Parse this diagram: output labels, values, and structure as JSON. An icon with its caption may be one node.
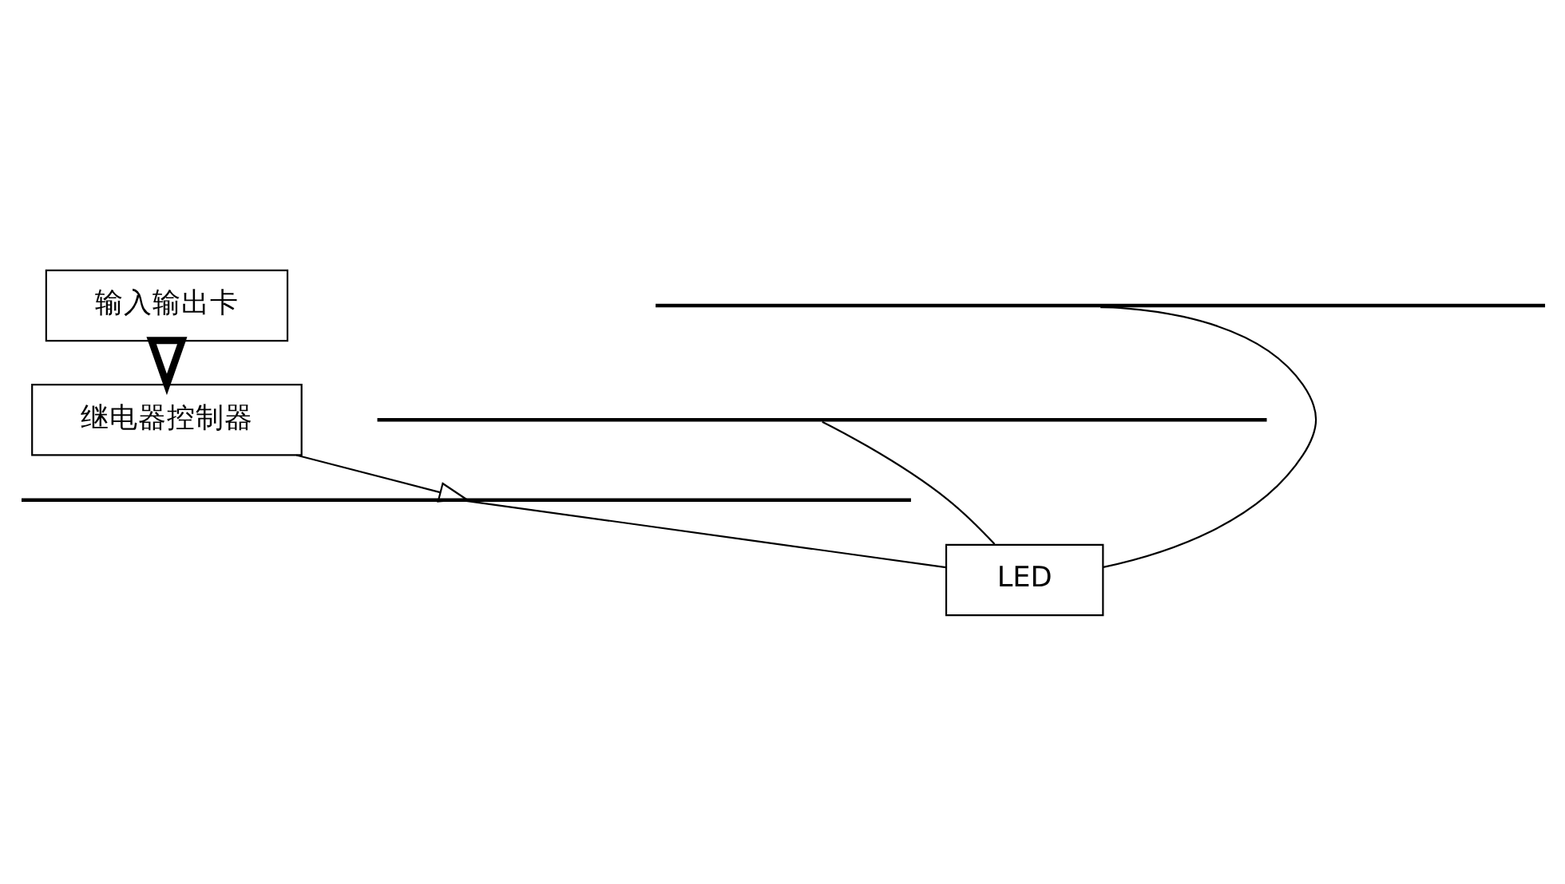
{
  "diagram": {
    "nodes": [
      {
        "text": [
          "输入输出卡"
        ]
      },
      {
        "text": [
          "继电器控制器"
        ]
      },
      {
        "text": [],
        "shape": "bar"
      },
      {
        "text": [],
        "shape": "bar"
      },
      {
        "text": [],
        "shape": "bar"
      },
      {
        "text": [
          "LED"
        ]
      }
    ],
    "edges": [
      {
        "from": 0,
        "to": 1,
        "arrow": "to",
        "style": "thick"
      },
      {
        "from": 1,
        "to": 4,
        "arrow": "to"
      },
      {
        "from": 2,
        "to": 5,
        "arrow": "none"
      },
      {
        "from": 3,
        "to": 5,
        "arrow": "none"
      },
      {
        "from": 4,
        "to": 5,
        "arrow": "none"
      }
    ]
  }
}
